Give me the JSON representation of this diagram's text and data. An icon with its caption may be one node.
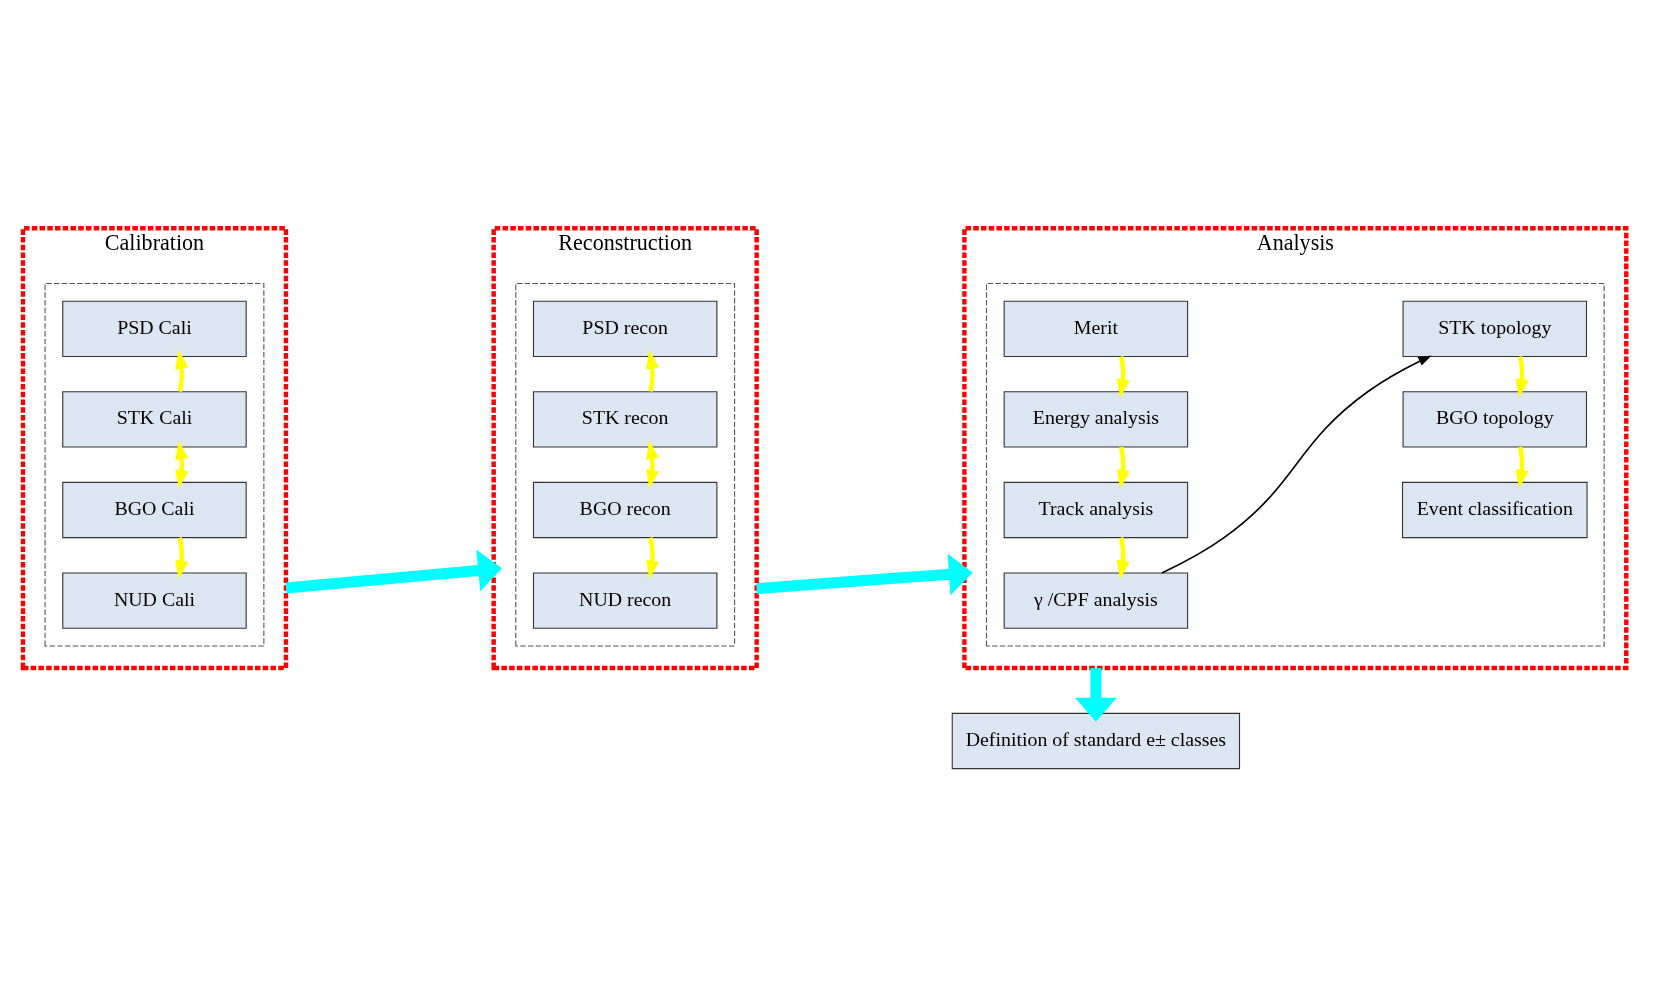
{
  "diagram": {
    "nodes": [
      {
        "text": [
          "Calibration"
        ]
      },
      {
        "text": [],
        "shape": "box",
        "in": 0
      },
      {
        "text": [
          "PSD Cali"
        ],
        "in": 1
      },
      {
        "text": [
          "STK Cali"
        ],
        "in": 1
      },
      {
        "text": [
          "BGO Cali"
        ],
        "in": 1
      },
      {
        "text": [
          "NUD Cali"
        ],
        "in": 1
      },
      {
        "text": [
          "Reconstruction"
        ]
      },
      {
        "text": [],
        "shape": "box",
        "in": 6
      },
      {
        "text": [
          "PSD recon"
        ],
        "in": 7
      },
      {
        "text": [
          "STK recon"
        ],
        "in": 7
      },
      {
        "text": [
          "BGO recon"
        ],
        "in": 7
      },
      {
        "text": [
          "NUD recon"
        ],
        "in": 7
      },
      {
        "text": [
          "Analysis"
        ]
      },
      {
        "text": [],
        "shape": "box",
        "in": 12
      },
      {
        "text": [
          "Merit"
        ],
        "in": 13
      },
      {
        "text": [
          "STK topology"
        ],
        "in": 13
      },
      {
        "text": [
          "Energy analysis"
        ],
        "in": 13
      },
      {
        "text": [
          "BGO topology"
        ],
        "in": 13
      },
      {
        "text": [
          "Track analysis"
        ],
        "in": 13
      },
      {
        "text": [
          "Event classification"
        ],
        "in": 13
      },
      {
        "text": [
          "γ /CPF analysis"
        ],
        "in": 13
      },
      {
        "text": [
          "Definition of standard e± classes"
        ]
      }
    ],
    "edges": [
      {
        "from": 3,
        "to": 2,
        "arrow": "to"
      },
      {
        "from": 3,
        "to": 4,
        "arrow": "both"
      },
      {
        "from": 4,
        "to": 5,
        "arrow": "to"
      },
      {
        "from": 9,
        "to": 8,
        "arrow": "to"
      },
      {
        "from": 9,
        "to": 10,
        "arrow": "both"
      },
      {
        "from": 10,
        "to": 11,
        "arrow": "to"
      },
      {
        "from": 0,
        "to": 6,
        "arrow": "to",
        "style": "thick",
        "color": "#00ffff"
      },
      {
        "from": 6,
        "to": 12,
        "arrow": "to",
        "style": "thick",
        "color": "#00ffff"
      },
      {
        "from": 14,
        "to": 16,
        "arrow": "to"
      },
      {
        "from": 16,
        "to": 18,
        "arrow": "to"
      },
      {
        "from": 18,
        "to": 20,
        "arrow": "to"
      },
      {
        "from": 20,
        "to": 15,
        "arrow": "to",
        "color": "#000000"
      },
      {
        "from": 15,
        "to": 17,
        "arrow": "to"
      },
      {
        "from": 17,
        "to": 19,
        "arrow": "to"
      },
      {
        "from": 12,
        "to": 21,
        "arrow": "to",
        "style": "thick",
        "color": "#00ffff"
      }
    ]
  }
}
